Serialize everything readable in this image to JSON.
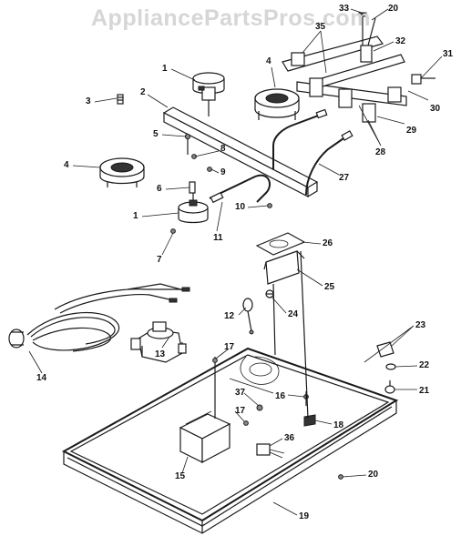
{
  "watermark": "AppliancePartsPros.com",
  "callouts": [
    "33",
    "20",
    "35",
    "32",
    "31",
    "30",
    "29",
    "28",
    "27",
    "1",
    "2",
    "3",
    "4",
    "4",
    "5",
    "8",
    "9",
    "6",
    "1",
    "10",
    "11",
    "7",
    "26",
    "25",
    "24",
    "12",
    "13",
    "14",
    "23",
    "22",
    "21",
    "17",
    "16",
    "37",
    "17",
    "18",
    "36",
    "15",
    "20",
    "19"
  ]
}
